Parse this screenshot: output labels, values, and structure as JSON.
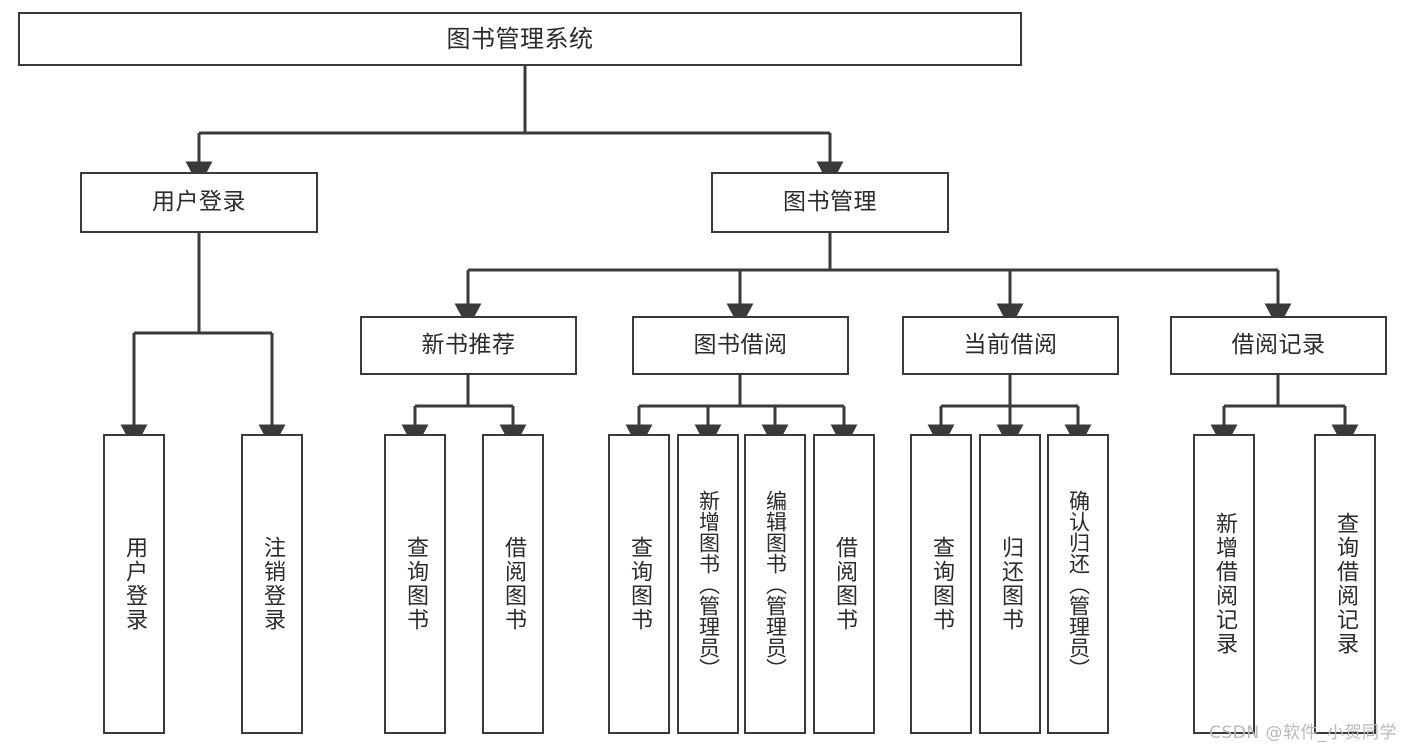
{
  "diagram": {
    "type": "tree",
    "title": "图书管理系统",
    "orientation": "top-down",
    "line_color": "#3a3a3a",
    "box_fill": "#ffffff",
    "text_color": "#2b2b2b"
  },
  "nodes": {
    "root": {
      "label": "图书管理系统"
    },
    "level1": [
      {
        "label": "用户登录"
      },
      {
        "label": "图书管理"
      }
    ],
    "level2": [
      {
        "label": "新书推荐"
      },
      {
        "label": "图书借阅"
      },
      {
        "label": "当前借阅"
      },
      {
        "label": "借阅记录"
      }
    ],
    "leaves": {
      "user_login": [
        {
          "label": "用户登录"
        },
        {
          "label": "注销登录"
        }
      ],
      "new_book_recommend": [
        {
          "label": "查询图书"
        },
        {
          "label": "借阅图书"
        }
      ],
      "book_borrow": [
        {
          "label": "查询图书"
        },
        {
          "label": "新增图书（管理员）"
        },
        {
          "label": "编辑图书（管理员）"
        },
        {
          "label": "借阅图书"
        }
      ],
      "current_borrow": [
        {
          "label": "查询图书"
        },
        {
          "label": "归还图书"
        },
        {
          "label": "确认归还（管理员）"
        }
      ],
      "borrow_record": [
        {
          "label": "新增借阅记录"
        },
        {
          "label": "查询借阅记录"
        }
      ]
    }
  },
  "watermark": {
    "text": "CSDN @软件_小贺同学"
  }
}
